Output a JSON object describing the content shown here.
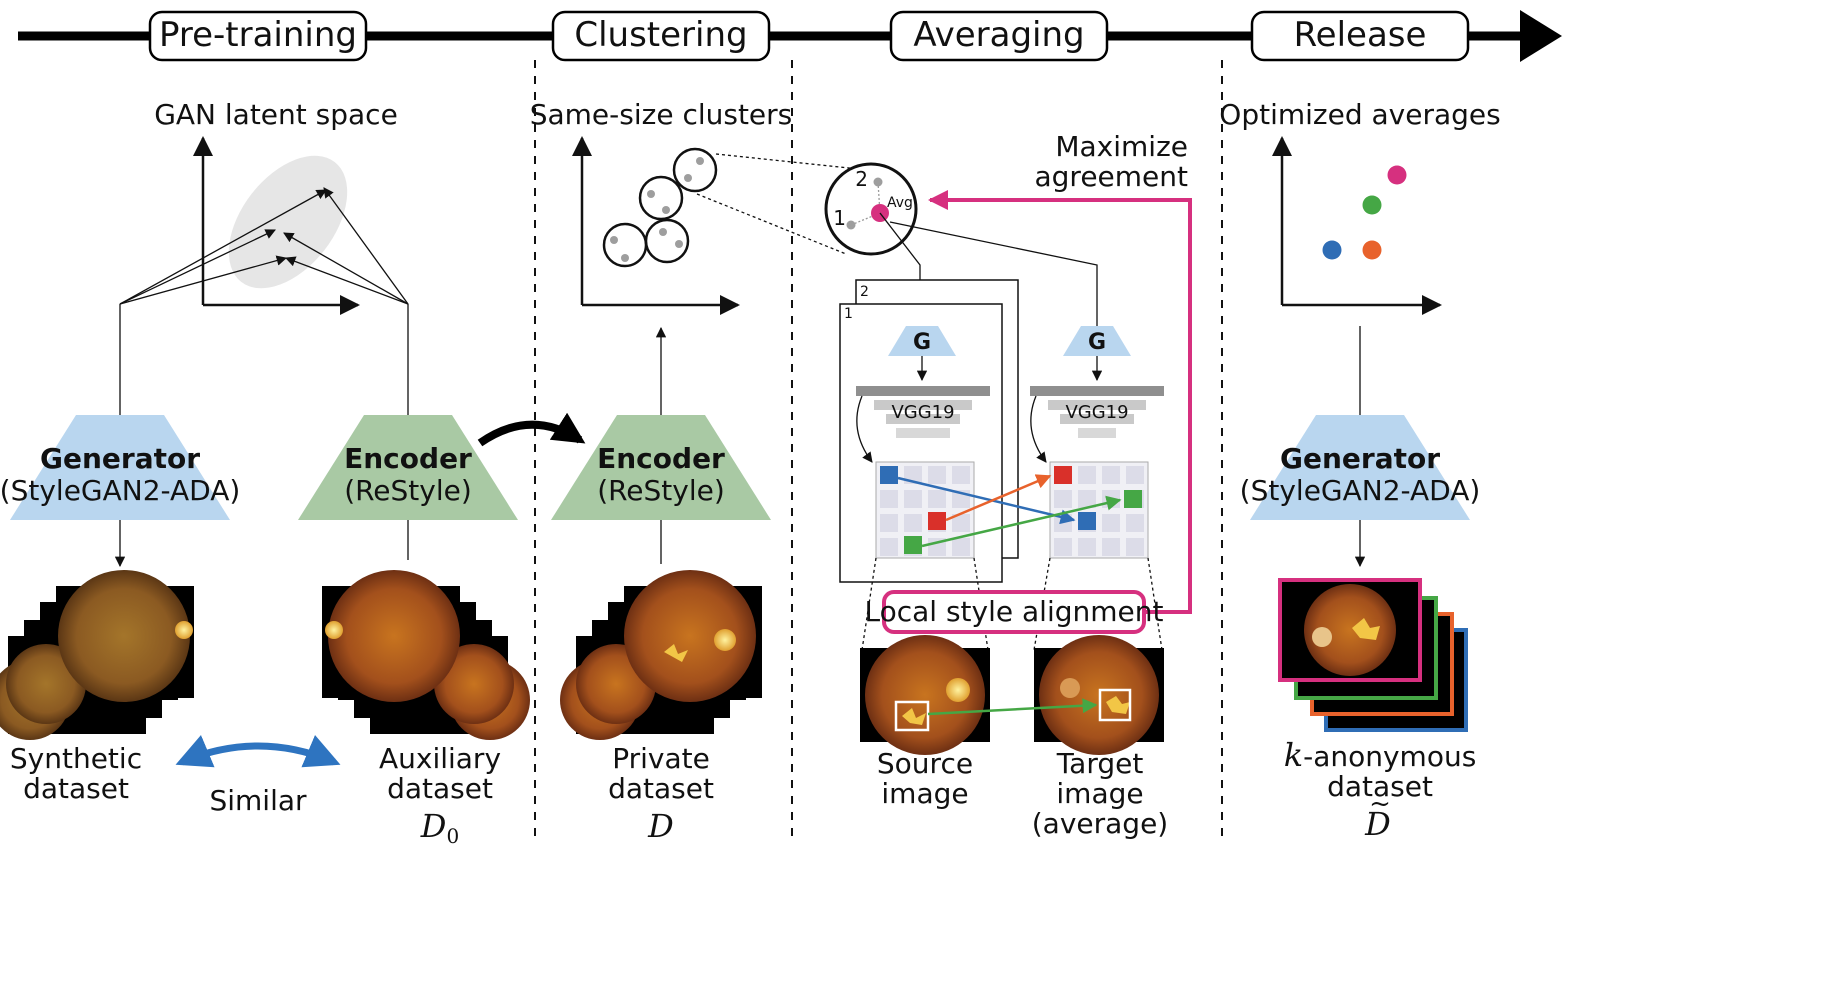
{
  "timeline": {
    "stages": [
      "Pre-training",
      "Clustering",
      "Averaging",
      "Release"
    ]
  },
  "pretraining": {
    "title": "GAN latent space",
    "generator": {
      "name": "Generator",
      "sub": "(StyleGAN2-ADA)"
    },
    "encoder": {
      "name": "Encoder",
      "sub": "(ReStyle)"
    },
    "synthetic_label": [
      "Synthetic",
      "dataset"
    ],
    "auxiliary_label": [
      "Auxiliary",
      "dataset"
    ],
    "auxiliary_symbol": "D",
    "auxiliary_symbol_sub": "0",
    "similar_label": "Similar"
  },
  "clustering": {
    "title": "Same-size clusters",
    "encoder": {
      "name": "Encoder",
      "sub": "(ReStyle)"
    },
    "private_label": [
      "Private",
      "dataset"
    ],
    "private_symbol": "D"
  },
  "averaging": {
    "avg_label": "Avg",
    "point_labels": [
      "1",
      "2"
    ],
    "maximize_label": [
      "Maximize",
      "agreement"
    ],
    "stack_labels": [
      "1",
      "2"
    ],
    "g_label": "G",
    "vgg_label": "VGG19",
    "local_style_label": "Local style alignment",
    "source_label": [
      "Source",
      "image"
    ],
    "target_label": [
      "Target",
      "image",
      "(average)"
    ]
  },
  "release": {
    "title": "Optimized averages",
    "generator": {
      "name": "Generator",
      "sub": "(StyleGAN2-ADA)"
    },
    "k_symbol": "k",
    "k_label_rest": "-anonymous",
    "k_label_line2": "dataset",
    "release_symbol": "D",
    "release_symbol_accent": "~"
  },
  "colors": {
    "generator_fill": "#b9d6ef",
    "encoder_fill": "#a9c9a4",
    "magenta": "#d6307f",
    "green": "#45a745",
    "orange": "#e8622c",
    "blue": "#2f6db5",
    "red": "#d9302a",
    "similar_arrow": "#2e74c0",
    "timeline": "#000000"
  }
}
